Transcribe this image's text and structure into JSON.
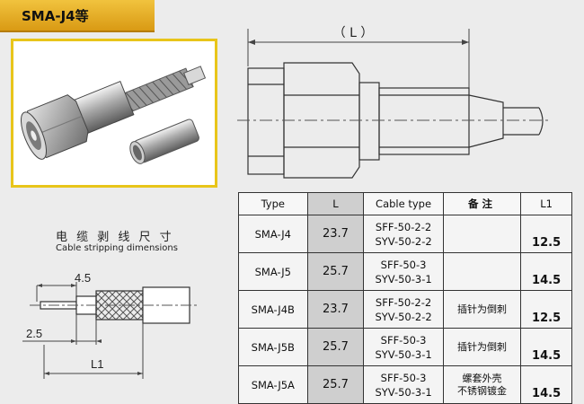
{
  "title": "SMA-J4等",
  "drawing": {
    "length_label": "（ L ）"
  },
  "stripping": {
    "title_cn": "电 缆 剥 线 尺 寸",
    "title_en": "Cable stripping dimensions",
    "dim_top": "4.5",
    "dim_mid": "2.5",
    "dim_total": "L1"
  },
  "table": {
    "headers": [
      "Type",
      "L",
      "Cable type",
      "备注",
      "L1"
    ],
    "rows": [
      {
        "type": "SMA-J4",
        "l": "23.7",
        "cable": [
          "SFF-50-2-2",
          "SYV-50-2-2"
        ],
        "note": [],
        "l1": "12.5"
      },
      {
        "type": "SMA-J5",
        "l": "25.7",
        "cable": [
          "SFF-50-3",
          "SYV-50-3-1"
        ],
        "note": [],
        "l1": "14.5"
      },
      {
        "type": "SMA-J4B",
        "l": "23.7",
        "cable": [
          "SFF-50-2-2",
          "SYV-50-2-2"
        ],
        "note": [
          "插针为倒刺"
        ],
        "l1": "12.5"
      },
      {
        "type": "SMA-J5B",
        "l": "25.7",
        "cable": [
          "SFF-50-3",
          "SYV-50-3-1"
        ],
        "note": [
          "插针为倒刺"
        ],
        "l1": "14.5"
      },
      {
        "type": "SMA-J5A",
        "l": "25.7",
        "cable": [
          "SFF-50-3",
          "SYV-50-3-1"
        ],
        "note": [
          "螺套外壳",
          "不锈钢镀金"
        ],
        "l1": "14.5"
      }
    ]
  },
  "colors": {
    "title_bar": "#e6ad22",
    "photo_border": "#e8c51a",
    "l_column": "#cfcfcf"
  }
}
